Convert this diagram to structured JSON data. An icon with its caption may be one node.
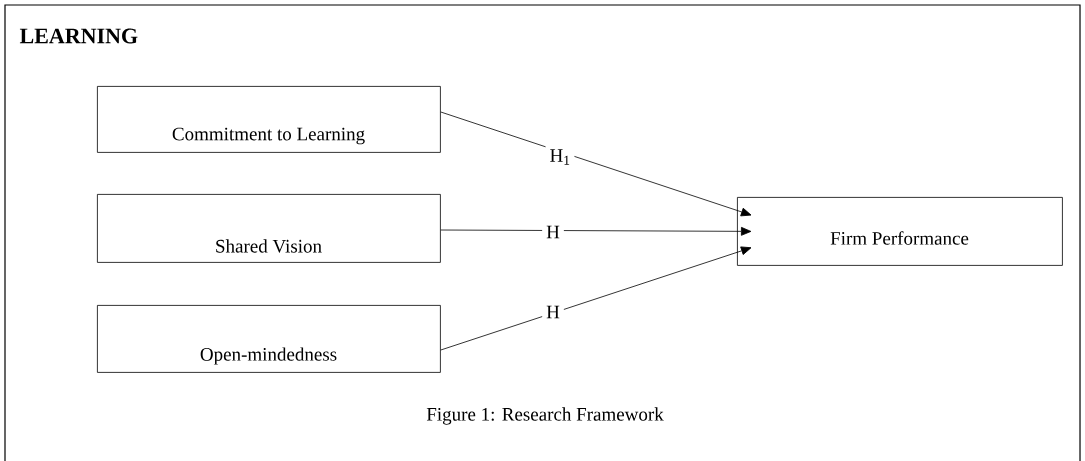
{
  "diagram": {
    "caption": "Figure 1: Research Framework",
    "nodes": [
      {
        "text": [
          "LEARNING"
        ]
      },
      {
        "text": [
          "Commitment to Learning"
        ],
        "in": 0
      },
      {
        "text": [
          "Shared Vision"
        ],
        "in": 0
      },
      {
        "text": [
          "Open-mindedness"
        ],
        "in": 0
      },
      {
        "text": [
          "Firm Performance"
        ],
        "in": 0
      }
    ],
    "edges": [
      {
        "from": 1,
        "to": 4,
        "arrow": "to",
        "label": "H$_{1}$"
      },
      {
        "from": 2,
        "to": 4,
        "arrow": "to",
        "label": "H"
      },
      {
        "from": 3,
        "to": 4,
        "arrow": "to",
        "label": "H"
      }
    ]
  }
}
